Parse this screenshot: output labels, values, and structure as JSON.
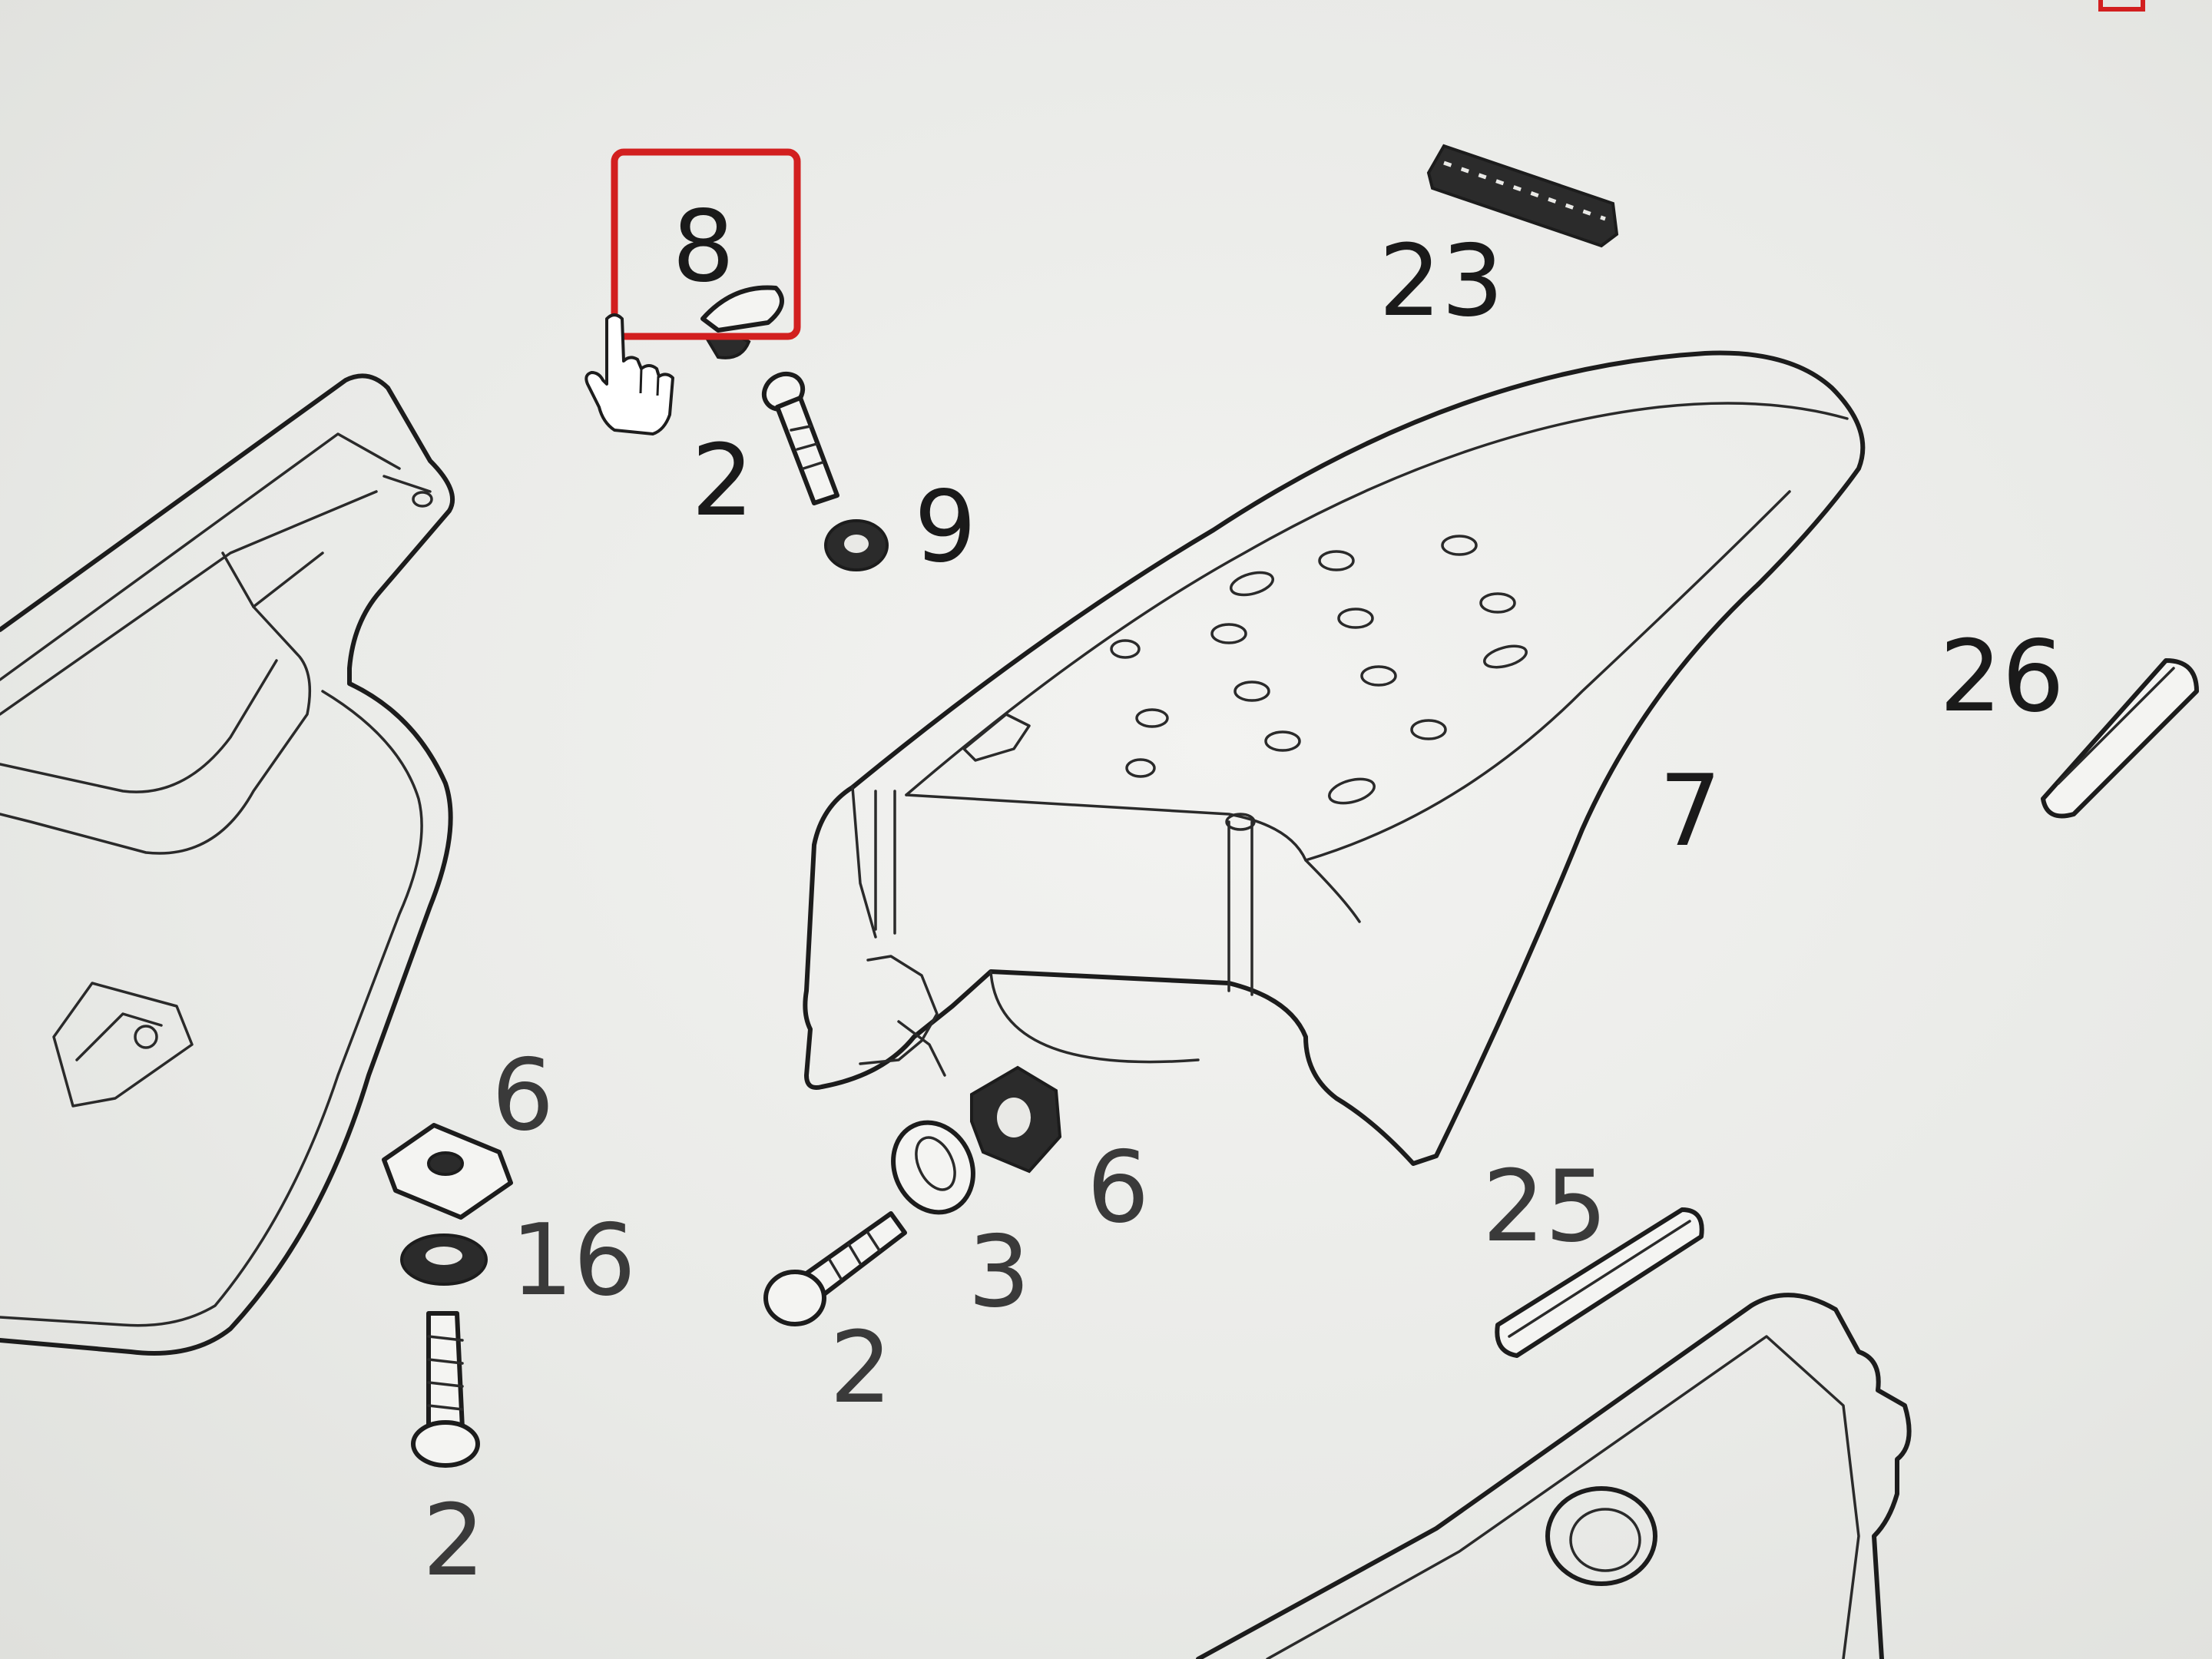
{
  "colors": {
    "highlight": "#d21f1f",
    "line": "#1c1c1c",
    "background": "#ececea"
  },
  "cursor": {
    "icon": "hand-pointer-icon"
  },
  "callouts": {
    "c8": "8",
    "c23": "23",
    "c2_top": "2",
    "c9": "9",
    "c26": "26",
    "c7": "7",
    "c6_left": "6",
    "c16": "16",
    "c2_bottom_left": "2",
    "c2_bottom_mid": "2",
    "c3": "3",
    "c6_right": "6",
    "c25": "25"
  }
}
